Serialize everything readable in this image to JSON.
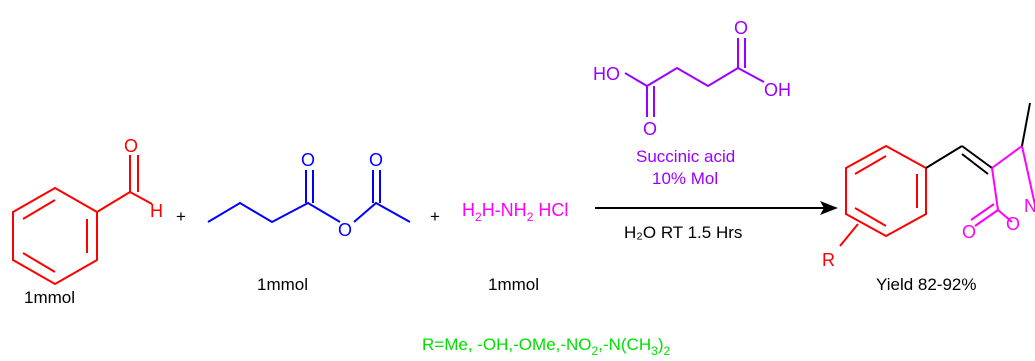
{
  "colors": {
    "aldehyde": "#ff0000",
    "anhydride": "#0000ff",
    "hydroxylamine": "#ff00ff",
    "catalyst": "#9900ff",
    "product_ring": "#ff0000",
    "product_heteroring": "#ff00ff",
    "substituents": "#00e000",
    "text": "#000000"
  },
  "reactants": {
    "aldehyde": {
      "amount": "1mmol",
      "atom_o": "O",
      "atom_h": "H"
    },
    "anhydride": {
      "amount": "1mmol",
      "atom_o1": "O",
      "atom_o2": "O",
      "atom_o3": "O"
    },
    "hydroxylamine": {
      "amount": "1mmol",
      "h": "H",
      "two": "2",
      "hnh": "H-NH",
      "two2": "2",
      "hcl": " HCl"
    },
    "plus1": "+",
    "plus2": "+"
  },
  "catalyst": {
    "ho": "HO",
    "oh": "OH",
    "o1": "O",
    "o2": "O",
    "name": "Succinic acid",
    "loading": "10% Mol"
  },
  "conditions": "H₂O RT 1.5 Hrs",
  "product": {
    "r": "R",
    "o_ring": "O",
    "o_carbonyl": "O",
    "n": "N",
    "yield": "Yield 82-92%"
  },
  "substituents": {
    "prefix": "R=Me, -OH,-OMe,-NO",
    "s1": "2",
    "mid": ",-N(CH",
    "s2": "3",
    "suffix": ")",
    "s3": "2"
  }
}
